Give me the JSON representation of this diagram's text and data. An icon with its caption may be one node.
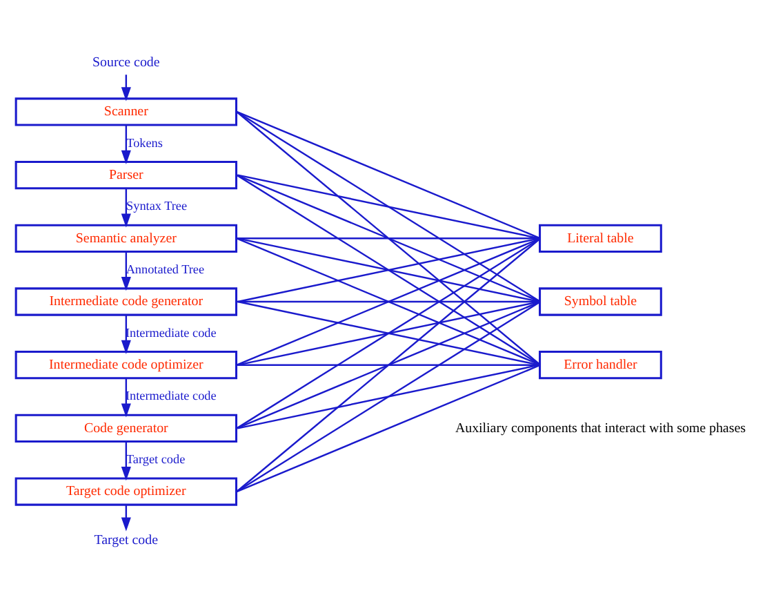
{
  "diagram": {
    "nodes": [
      {
        "text": [
          "Source code"
        ]
      },
      {
        "text": [
          "Scanner"
        ]
      },
      {
        "text": [
          "Parser"
        ]
      },
      {
        "text": [
          "Semantic analyzer"
        ]
      },
      {
        "text": [
          "Intermediate code generator"
        ]
      },
      {
        "text": [
          "Intermediate code optimizer"
        ]
      },
      {
        "text": [
          "Code generator"
        ]
      },
      {
        "text": [
          "Target code optimizer"
        ]
      },
      {
        "text": [
          "Target code"
        ]
      },
      {
        "text": [
          "Literal table"
        ]
      },
      {
        "text": [
          "Symbol table"
        ]
      },
      {
        "text": [
          "Error handler"
        ]
      }
    ],
    "edges": [
      {
        "from": 0,
        "to": 1,
        "arrow": "to"
      },
      {
        "from": 1,
        "to": 2,
        "arrow": "to",
        "label": "Tokens"
      },
      {
        "from": 2,
        "to": 3,
        "arrow": "to",
        "label": "Syntax Tree"
      },
      {
        "from": 3,
        "to": 4,
        "arrow": "to",
        "label": "Annotated Tree"
      },
      {
        "from": 4,
        "to": 5,
        "arrow": "to",
        "label": "Intermediate code"
      },
      {
        "from": 5,
        "to": 6,
        "arrow": "to",
        "label": "Intermediate code"
      },
      {
        "from": 6,
        "to": 7,
        "arrow": "to",
        "label": "Target code"
      },
      {
        "from": 7,
        "to": 8,
        "arrow": "to"
      },
      {
        "from": 1,
        "to": 9,
        "arrow": "none"
      },
      {
        "from": 1,
        "to": 10,
        "arrow": "none"
      },
      {
        "from": 1,
        "to": 11,
        "arrow": "none"
      },
      {
        "from": 2,
        "to": 9,
        "arrow": "none"
      },
      {
        "from": 2,
        "to": 10,
        "arrow": "none"
      },
      {
        "from": 2,
        "to": 11,
        "arrow": "none"
      },
      {
        "from": 3,
        "to": 9,
        "arrow": "none"
      },
      {
        "from": 3,
        "to": 10,
        "arrow": "none"
      },
      {
        "from": 3,
        "to": 11,
        "arrow": "none"
      },
      {
        "from": 4,
        "to": 9,
        "arrow": "none"
      },
      {
        "from": 4,
        "to": 10,
        "arrow": "none"
      },
      {
        "from": 4,
        "to": 11,
        "arrow": "none"
      },
      {
        "from": 5,
        "to": 9,
        "arrow": "none"
      },
      {
        "from": 5,
        "to": 10,
        "arrow": "none"
      },
      {
        "from": 5,
        "to": 11,
        "arrow": "none"
      },
      {
        "from": 6,
        "to": 9,
        "arrow": "none"
      },
      {
        "from": 6,
        "to": 10,
        "arrow": "none"
      },
      {
        "from": 6,
        "to": 11,
        "arrow": "none"
      },
      {
        "from": 7,
        "to": 9,
        "arrow": "none"
      },
      {
        "from": 7,
        "to": 10,
        "arrow": "none"
      },
      {
        "from": 7,
        "to": 11,
        "arrow": "none"
      }
    ],
    "labels": [
      "Auxiliary components that interact with some phases"
    ]
  }
}
